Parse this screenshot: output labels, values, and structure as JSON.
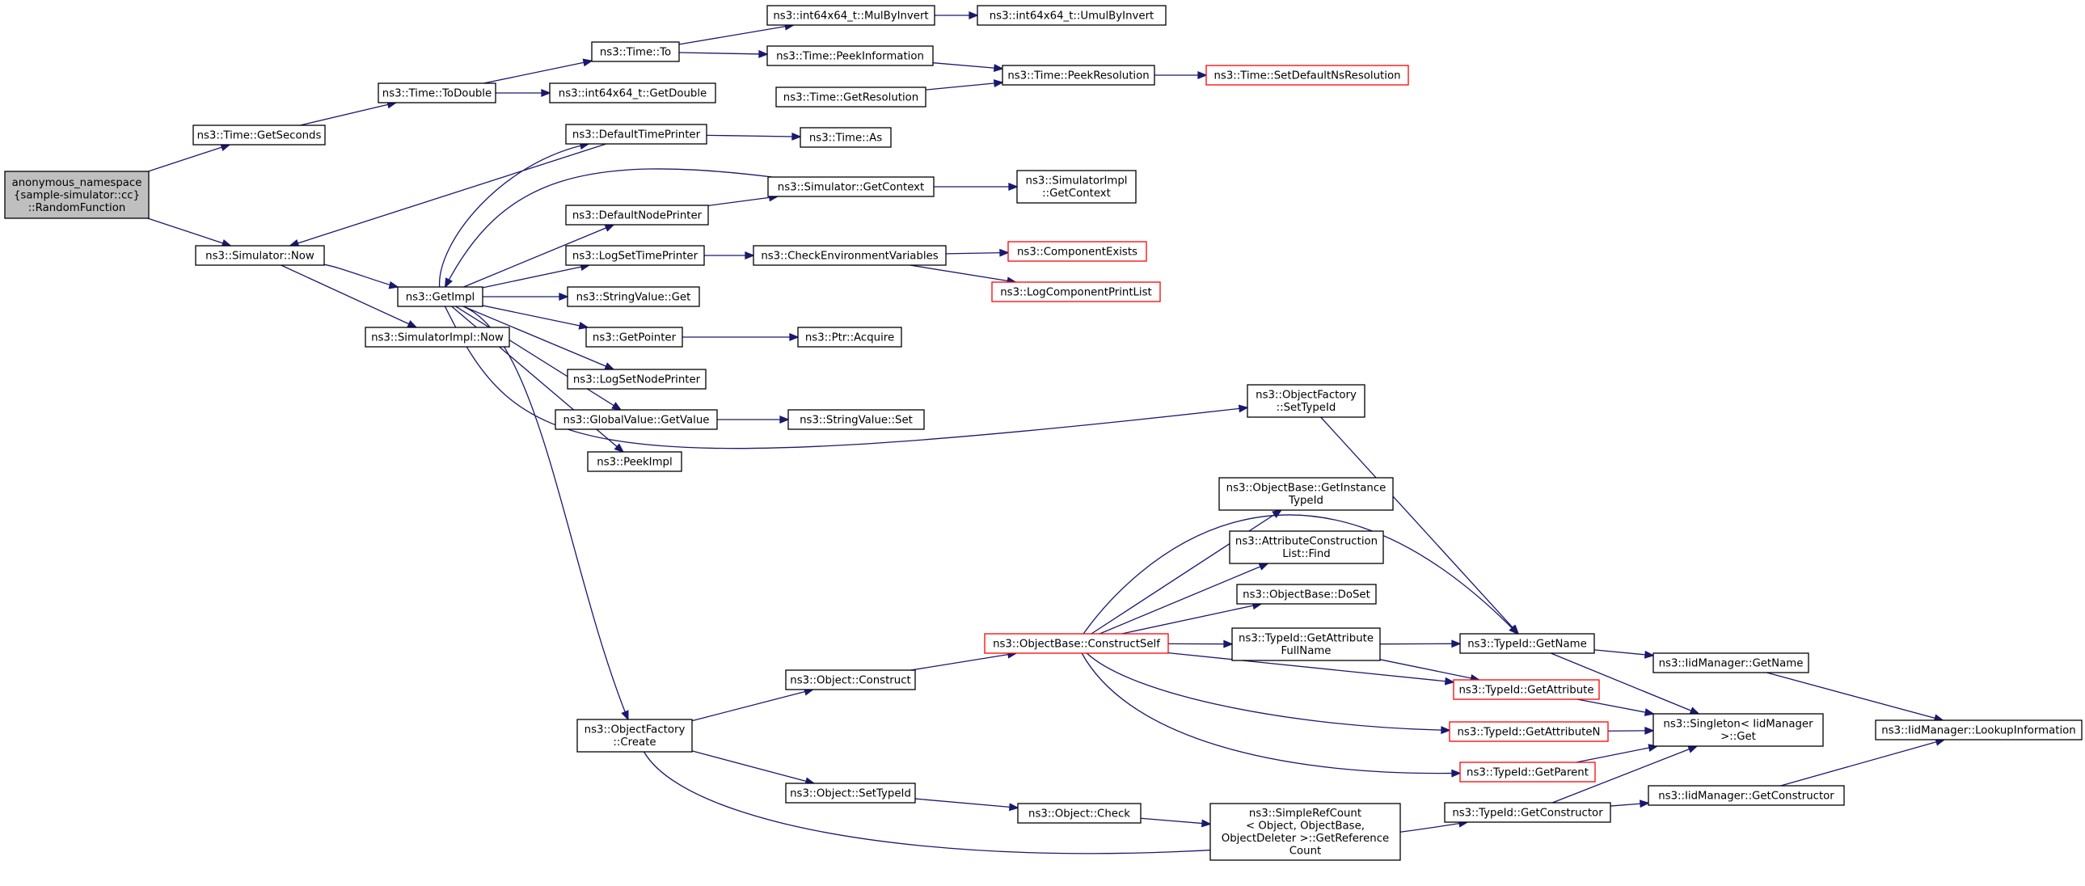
{
  "colors": {
    "edge": "#191970",
    "node_border": "#000000",
    "truncated_border": "#ff0000",
    "root_fill": "#bfbfbf",
    "background": "#ffffff"
  },
  "nodes": [
    {
      "id": "root",
      "lines": [
        "anonymous_namespace",
        "{sample-simulator::cc}",
        "::RandomFunction"
      ],
      "kind": "root"
    },
    {
      "id": "getseconds",
      "lines": [
        "ns3::Time::GetSeconds"
      ]
    },
    {
      "id": "simnow",
      "lines": [
        "ns3::Simulator::Now"
      ]
    },
    {
      "id": "todouble",
      "lines": [
        "ns3::Time::ToDouble"
      ]
    },
    {
      "id": "timeto",
      "lines": [
        "ns3::Time::To"
      ]
    },
    {
      "id": "int64getdouble",
      "lines": [
        "ns3::int64x64_t::GetDouble"
      ]
    },
    {
      "id": "mulbyinvert",
      "lines": [
        "ns3::int64x64_t::MulByInvert"
      ]
    },
    {
      "id": "umulbyinvert",
      "lines": [
        "ns3::int64x64_t::UmulByInvert"
      ]
    },
    {
      "id": "peekinformation",
      "lines": [
        "ns3::Time::PeekInformation"
      ]
    },
    {
      "id": "peekresolution",
      "lines": [
        "ns3::Time::PeekResolution"
      ]
    },
    {
      "id": "setdefaultnsres",
      "lines": [
        "ns3::Time::SetDefaultNsResolution"
      ],
      "kind": "truncated"
    },
    {
      "id": "getresolution",
      "lines": [
        "ns3::Time::GetResolution"
      ]
    },
    {
      "id": "defaulttimeprinter",
      "lines": [
        "ns3::DefaultTimePrinter"
      ]
    },
    {
      "id": "timeas",
      "lines": [
        "ns3::Time::As"
      ]
    },
    {
      "id": "getcontext",
      "lines": [
        "ns3::Simulator::GetContext"
      ]
    },
    {
      "id": "implgetcontext",
      "lines": [
        "ns3::SimulatorImpl",
        "::GetContext"
      ]
    },
    {
      "id": "defaultnodeprinter",
      "lines": [
        "ns3::DefaultNodePrinter"
      ]
    },
    {
      "id": "getimpl",
      "lines": [
        "ns3::GetImpl"
      ]
    },
    {
      "id": "logsettimeprinter",
      "lines": [
        "ns3::LogSetTimePrinter"
      ]
    },
    {
      "id": "checkenv",
      "lines": [
        "ns3::CheckEnvironmentVariables"
      ]
    },
    {
      "id": "componentexists",
      "lines": [
        "ns3::ComponentExists"
      ],
      "kind": "truncated"
    },
    {
      "id": "logcomponentprintlist",
      "lines": [
        "ns3::LogComponentPrintList"
      ],
      "kind": "truncated"
    },
    {
      "id": "stringvalueget",
      "lines": [
        "ns3::StringValue::Get"
      ]
    },
    {
      "id": "simimplnow",
      "lines": [
        "ns3::SimulatorImpl::Now"
      ]
    },
    {
      "id": "getpointer",
      "lines": [
        "ns3::GetPointer"
      ]
    },
    {
      "id": "ptracquire",
      "lines": [
        "ns3::Ptr::Acquire"
      ]
    },
    {
      "id": "logsetnodeprinter",
      "lines": [
        "ns3::LogSetNodePrinter"
      ]
    },
    {
      "id": "globalvaluegetvalue",
      "lines": [
        "ns3::GlobalValue::GetValue"
      ]
    },
    {
      "id": "stringvalueset",
      "lines": [
        "ns3::StringValue::Set"
      ]
    },
    {
      "id": "peekimpl",
      "lines": [
        "ns3::PeekImpl"
      ]
    },
    {
      "id": "ofsettypeid",
      "lines": [
        "ns3::ObjectFactory",
        "::SetTypeId"
      ]
    },
    {
      "id": "getinstancetypeid",
      "lines": [
        "ns3::ObjectBase::GetInstance",
        "TypeId"
      ]
    },
    {
      "id": "attrconstlistfind",
      "lines": [
        "ns3::AttributeConstruction",
        "List::Find"
      ]
    },
    {
      "id": "dosset",
      "lines": [
        "ns3::ObjectBase::DoSet"
      ]
    },
    {
      "id": "constructself",
      "lines": [
        "ns3::ObjectBase::ConstructSelf"
      ],
      "kind": "truncated"
    },
    {
      "id": "getattributefullname",
      "lines": [
        "ns3::TypeId::GetAttribute",
        "FullName"
      ]
    },
    {
      "id": "typeidgetname",
      "lines": [
        "ns3::TypeId::GetName"
      ]
    },
    {
      "id": "iidgetname",
      "lines": [
        "ns3::IidManager::GetName"
      ]
    },
    {
      "id": "objectconstruct",
      "lines": [
        "ns3::Object::Construct"
      ]
    },
    {
      "id": "typeidgetattribute",
      "lines": [
        "ns3::TypeId::GetAttribute"
      ],
      "kind": "truncated"
    },
    {
      "id": "singletonget",
      "lines": [
        "ns3::Singleton< IidManager",
        " >::Get"
      ]
    },
    {
      "id": "lookupinfo",
      "lines": [
        "ns3::IidManager::LookupInformation"
      ]
    },
    {
      "id": "getattributen",
      "lines": [
        "ns3::TypeId::GetAttributeN"
      ],
      "kind": "truncated"
    },
    {
      "id": "ofcreate",
      "lines": [
        "ns3::ObjectFactory",
        "::Create"
      ]
    },
    {
      "id": "typeidgetparent",
      "lines": [
        "ns3::TypeId::GetParent"
      ],
      "kind": "truncated"
    },
    {
      "id": "objectsettypeid",
      "lines": [
        "ns3::Object::SetTypeId"
      ]
    },
    {
      "id": "objectcheck",
      "lines": [
        "ns3::Object::Check"
      ]
    },
    {
      "id": "iidgetconstructor",
      "lines": [
        "ns3::IidManager::GetConstructor"
      ]
    },
    {
      "id": "typeidgetconstructor",
      "lines": [
        "ns3::TypeId::GetConstructor"
      ]
    },
    {
      "id": "getreferencecount",
      "lines": [
        "ns3::SimpleRefCount",
        "< Object, ObjectBase,",
        " ObjectDeleter >::GetReference",
        "Count"
      ]
    }
  ],
  "edges": [
    [
      "root",
      "getseconds"
    ],
    [
      "root",
      "simnow"
    ],
    [
      "getseconds",
      "todouble"
    ],
    [
      "todouble",
      "timeto"
    ],
    [
      "todouble",
      "int64getdouble"
    ],
    [
      "timeto",
      "mulbyinvert"
    ],
    [
      "timeto",
      "peekinformation"
    ],
    [
      "mulbyinvert",
      "umulbyinvert"
    ],
    [
      "peekinformation",
      "peekresolution"
    ],
    [
      "peekresolution",
      "setdefaultnsres"
    ],
    [
      "getresolution",
      "peekresolution"
    ],
    [
      "defaulttimeprinter",
      "timeas"
    ],
    [
      "defaulttimeprinter",
      "simnow"
    ],
    [
      "getcontext",
      "implgetcontext"
    ],
    [
      "getcontext",
      "getimpl"
    ],
    [
      "defaultnodeprinter",
      "getcontext"
    ],
    [
      "simnow",
      "getimpl"
    ],
    [
      "simnow",
      "simimplnow"
    ],
    [
      "getimpl",
      "defaulttimeprinter"
    ],
    [
      "getimpl",
      "defaultnodeprinter"
    ],
    [
      "getimpl",
      "logsettimeprinter"
    ],
    [
      "getimpl",
      "stringvalueget"
    ],
    [
      "getimpl",
      "getpointer"
    ],
    [
      "getimpl",
      "logsetnodeprinter"
    ],
    [
      "getimpl",
      "globalvaluegetvalue"
    ],
    [
      "getimpl",
      "peekimpl"
    ],
    [
      "getimpl",
      "ofsettypeid"
    ],
    [
      "getimpl",
      "ofcreate"
    ],
    [
      "logsettimeprinter",
      "checkenv"
    ],
    [
      "checkenv",
      "componentexists"
    ],
    [
      "checkenv",
      "logcomponentprintlist"
    ],
    [
      "getpointer",
      "ptracquire"
    ],
    [
      "globalvaluegetvalue",
      "stringvalueset"
    ],
    [
      "ofsettypeid",
      "typeidgetname"
    ],
    [
      "constructself",
      "getinstancetypeid"
    ],
    [
      "constructself",
      "attrconstlistfind"
    ],
    [
      "constructself",
      "dosset"
    ],
    [
      "constructself",
      "getattributefullname"
    ],
    [
      "constructself",
      "typeidgetname"
    ],
    [
      "constructself",
      "typeidgetattribute"
    ],
    [
      "constructself",
      "getattributen"
    ],
    [
      "constructself",
      "typeidgetparent"
    ],
    [
      "getattributefullname",
      "typeidgetname"
    ],
    [
      "getattributefullname",
      "typeidgetattribute"
    ],
    [
      "typeidgetname",
      "iidgetname"
    ],
    [
      "typeidgetname",
      "singletonget"
    ],
    [
      "iidgetname",
      "lookupinfo"
    ],
    [
      "typeidgetattribute",
      "singletonget"
    ],
    [
      "getattributen",
      "singletonget"
    ],
    [
      "typeidgetparent",
      "singletonget"
    ],
    [
      "typeidgetconstructor",
      "singletonget"
    ],
    [
      "typeidgetconstructor",
      "iidgetconstructor"
    ],
    [
      "iidgetconstructor",
      "lookupinfo"
    ],
    [
      "ofcreate",
      "objectconstruct"
    ],
    [
      "ofcreate",
      "objectsettypeid"
    ],
    [
      "ofcreate",
      "typeidgetconstructor"
    ],
    [
      "objectconstruct",
      "constructself"
    ],
    [
      "objectsettypeid",
      "objectcheck"
    ],
    [
      "objectcheck",
      "getreferencecount"
    ]
  ]
}
